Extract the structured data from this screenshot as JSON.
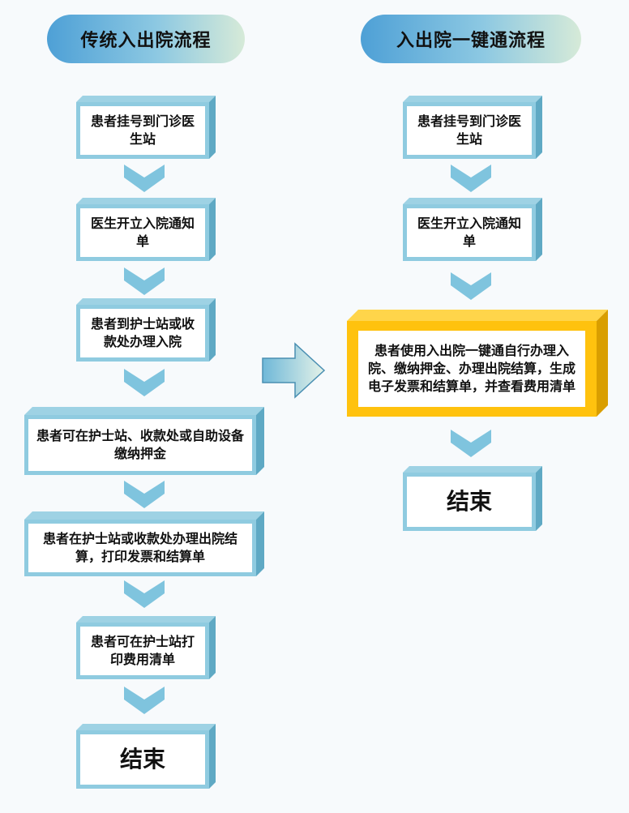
{
  "left_flow": {
    "title": "传统入出院流程",
    "steps": [
      "患者挂号到门诊医生站",
      "医生开立入院通知单",
      "患者到护士站或收款处办理入院",
      "患者可在护士站、收款处或自助设备缴纳押金",
      "患者在护士站或收款处办理出院结算，打印发票和结算单",
      "患者可在护士站打印费用清单",
      "结束"
    ]
  },
  "right_flow": {
    "title": "入出院一键通流程",
    "steps": [
      "患者挂号到门诊医生站",
      "医生开立入院通知单",
      "患者使用入出院一键通自行办理入院、缴纳押金、办理出院结算，生成电子发票和结算单，并查看费用清单",
      "结束"
    ]
  },
  "colors": {
    "box_border": "#8fcbe0",
    "box_side": "#5fa9c4",
    "highlight": "#ffc20e",
    "chevron": "#7fc4de",
    "title_gradient_start": "#4ea0d6",
    "title_gradient_end": "#d6ead8"
  }
}
